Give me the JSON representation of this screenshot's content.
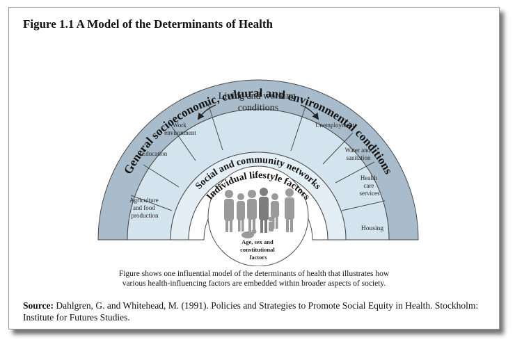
{
  "figure": {
    "title": "Figure 1.1 A Model of the Determinants of Health",
    "outer_layer": "General socioeconomic, cultural and environmental conditions",
    "living_working": [
      "Living and working",
      "conditions"
    ],
    "social_layer": "Social and community networks",
    "lifestyle_layer": "Individual lifestyle factors",
    "core_label": [
      "Age, sex and",
      "constitutional",
      "factors"
    ],
    "sectors": {
      "agriculture": [
        "Agriculture",
        "and food",
        "production"
      ],
      "education": [
        "Education"
      ],
      "work": [
        "Work",
        "environment"
      ],
      "unemployment": [
        "Unemployment"
      ],
      "water": [
        "Water and",
        "sanitation"
      ],
      "health": [
        "Health",
        "care",
        "services"
      ],
      "housing": [
        "Housing"
      ]
    }
  },
  "caption": {
    "line1": "Figure shows one influential model of the determinants of health that illustrates how",
    "line2": "various health-influencing factors are embedded within broader aspects of society."
  },
  "source": {
    "label": "Source:",
    "text": "Dahlgren, G. and Whitehead, M. (1991). Policies and Strategies to Promote Social Equity in Health. Stockholm: Institute for Futures Studies."
  },
  "colors": {
    "outer_band": "#a9bccb",
    "sector_band": "#d4e4ee",
    "social_band": "#e4eef5",
    "lifestyle_band": "#ffffff",
    "core": "#ffffff",
    "figure_silhouette": "#9a9a9a",
    "stroke": "#4a4a4a"
  }
}
